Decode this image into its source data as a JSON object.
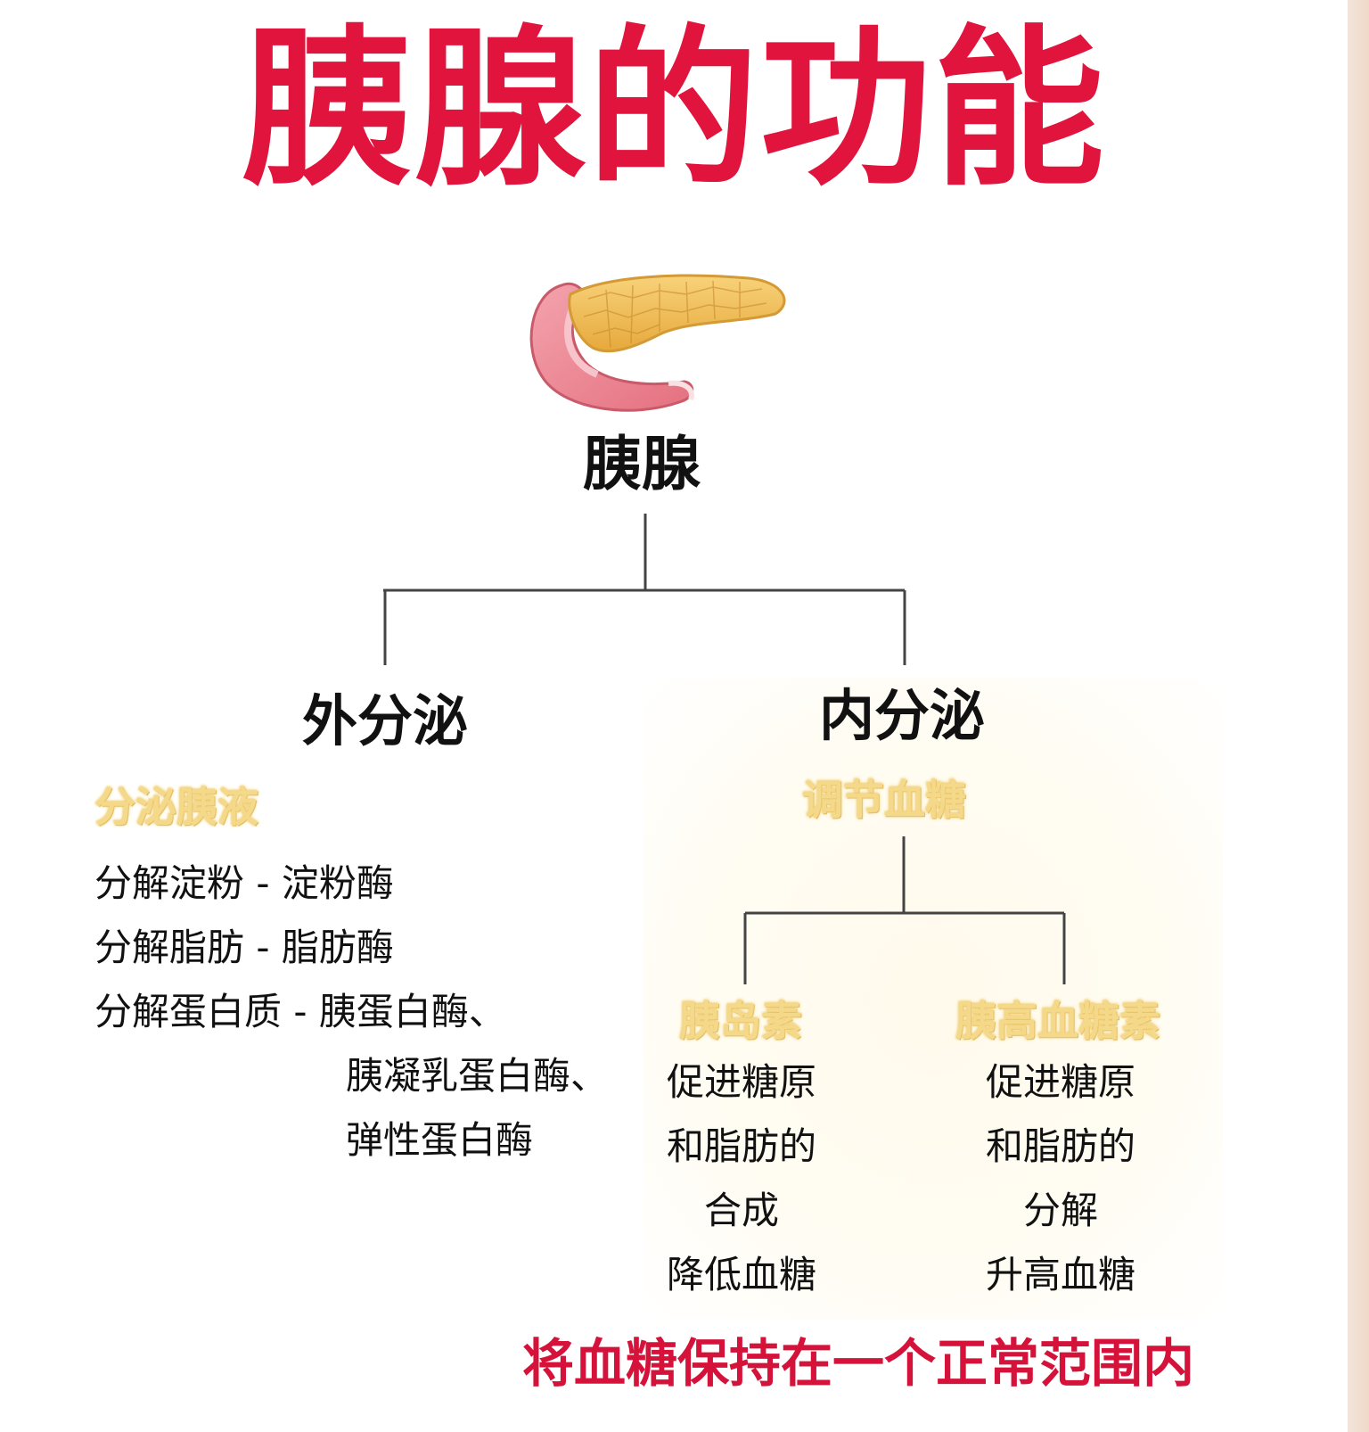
{
  "colors": {
    "title": "#e0143c",
    "footer": "#d4123a",
    "highlight": "#f5d98a",
    "text": "#111111",
    "line": "#444444"
  },
  "title": "胰腺的功能",
  "root_label": "胰腺",
  "illustration_icon": "pancreas-icon",
  "exocrine": {
    "heading": "外分泌",
    "subheading": "分泌胰液",
    "items": [
      "分解淀粉 - 淀粉酶",
      "分解脂肪 - 脂肪酶",
      "分解蛋白质 - 胰蛋白酶、",
      "胰凝乳蛋白酶、",
      "弹性蛋白酶"
    ]
  },
  "endocrine": {
    "heading": "内分泌",
    "subheading": "调节血糖",
    "insulin": {
      "name": "胰岛素",
      "lines": [
        "促进糖原",
        "和脂肪的",
        "合成",
        "降低血糖"
      ]
    },
    "glucagon": {
      "name": "胰高血糖素",
      "lines": [
        "促进糖原",
        "和脂肪的",
        "分解",
        "升高血糖"
      ]
    }
  },
  "footer": "将血糖保持在一个正常范围内"
}
